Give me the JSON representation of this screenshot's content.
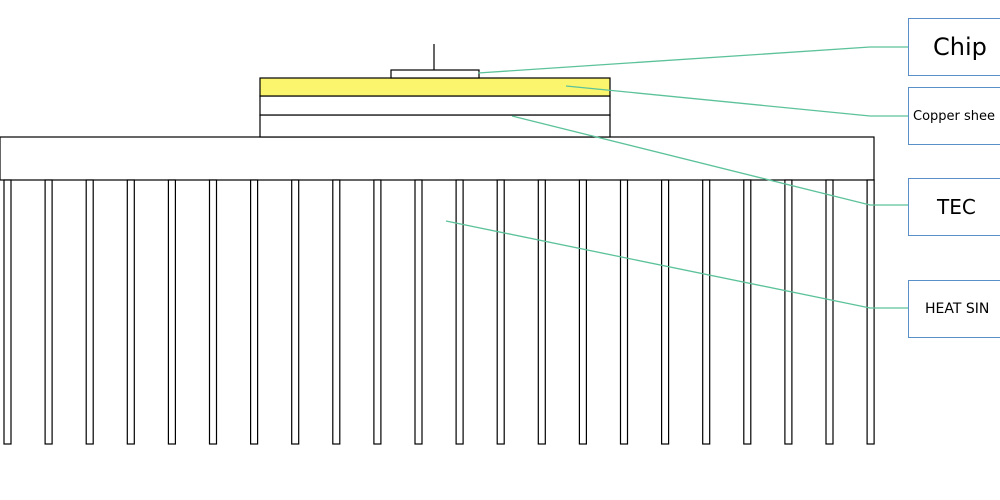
{
  "labels": {
    "chip": "Chip",
    "copper": "Copper shee",
    "tec": "TEC",
    "heat_sink": "HEAT SIN"
  },
  "heat_sink": {
    "fin_count": 22
  },
  "colors": {
    "outline": "#000000",
    "copper_fill": "#fbf56d",
    "leader_line": "#5cc29a",
    "label_border": "#5b8fc7"
  }
}
